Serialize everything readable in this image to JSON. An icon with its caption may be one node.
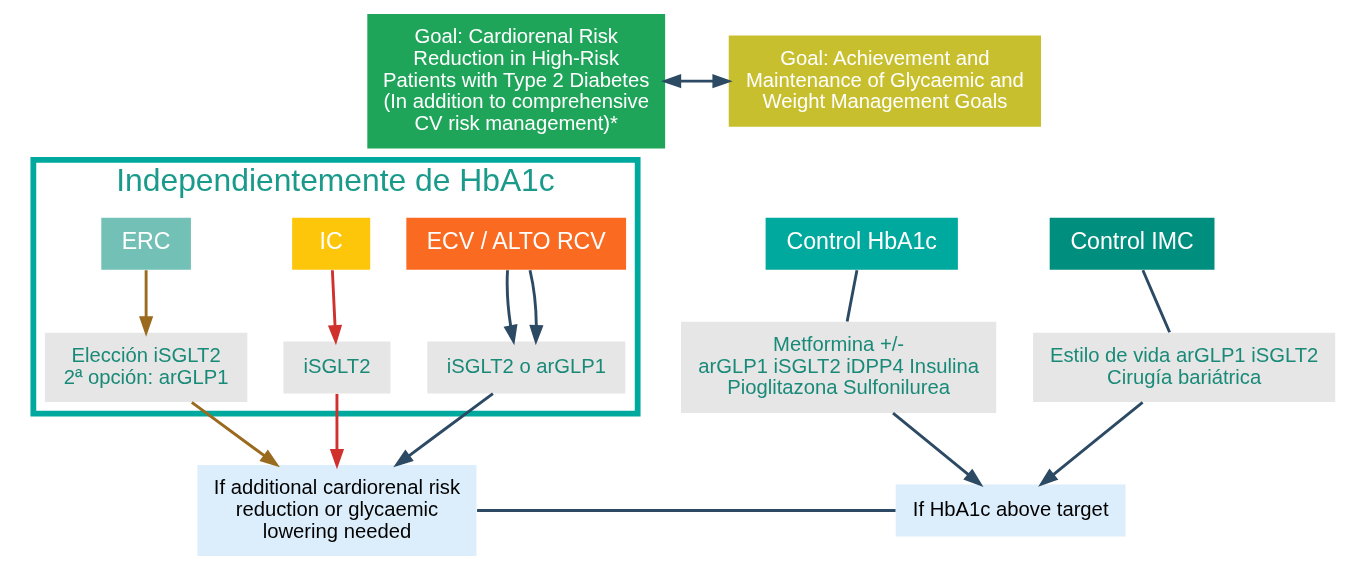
{
  "diagram": {
    "nodes": [
      {
        "text": [
          "Goal: Cardiorenal Risk Reduction in High-Risk Patients with Type 2 Diabetes (In addition to comprehensive CV risk management)*"
        ]
      },
      {
        "text": [
          "Goal: Achievement and Maintenance of Glycaemic and Weight Management Goals"
        ]
      },
      {
        "text": [
          "Independientemente de HbA1c"
        ]
      },
      {
        "text": [
          "ECV / ALTO RCV"
        ],
        "in": 2
      },
      {
        "text": [
          "IC"
        ],
        "in": 2
      },
      {
        "text": [
          "ERC"
        ],
        "in": 2
      },
      {
        "text": [
          "iSGLT2 o arGLP1"
        ],
        "in": 2
      },
      {
        "text": [
          "iSGLT2"
        ],
        "in": 2
      },
      {
        "text": [
          "Elección iSGLT2",
          "2ª opción: arGLP1"
        ],
        "in": 2
      },
      {
        "text": [
          "Control HbA1c"
        ]
      },
      {
        "text": [
          "Control IMC"
        ]
      },
      {
        "text": [
          "Metformina +/-",
          "arGLP1 iSGLT2 iDPP4 Insulina Pioglitazona Sulfonilurea"
        ]
      },
      {
        "text": [
          "Estilo de vida arGLP1 iSGLT2 Cirugía bariátrica"
        ]
      },
      {
        "text": [
          "If additional cardiorenal risk reduction or glycaemic lowering needed"
        ]
      },
      {
        "text": [
          "If HbA1c above target"
        ]
      }
    ],
    "edges": [
      {
        "from": 0,
        "to": 1,
        "arrow": "both"
      },
      {
        "from": 3,
        "to": 6,
        "arrow": "to"
      },
      {
        "from": 3,
        "to": 6,
        "arrow": "to"
      },
      {
        "from": 4,
        "to": 7,
        "arrow": "to",
        "color": "#d0312d"
      },
      {
        "from": 5,
        "to": 8,
        "arrow": "to",
        "color": "#9a6a1e"
      },
      {
        "from": 6,
        "to": 13,
        "arrow": "to"
      },
      {
        "from": 7,
        "to": 13,
        "arrow": "to",
        "color": "#d0312d"
      },
      {
        "from": 8,
        "to": 13,
        "arrow": "to",
        "color": "#9a6a1e"
      },
      {
        "from": 9,
        "to": 11,
        "arrow": "none"
      },
      {
        "from": 10,
        "to": 12,
        "arrow": "none"
      },
      {
        "from": 11,
        "to": 14,
        "arrow": "to"
      },
      {
        "from": 12,
        "to": 14,
        "arrow": "to"
      },
      {
        "from": 13,
        "to": 14,
        "arrow": "none"
      }
    ]
  }
}
